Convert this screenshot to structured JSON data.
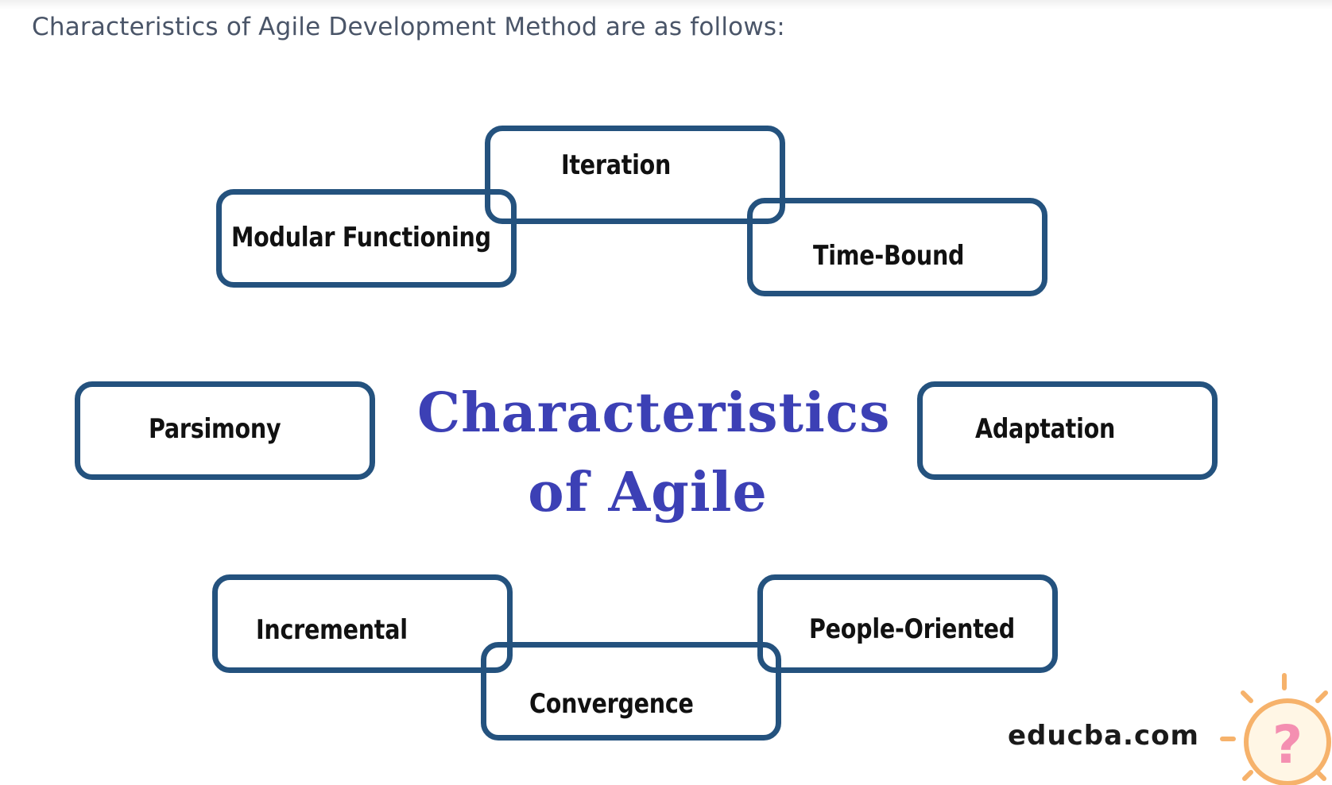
{
  "intro_text": "Characteristics of Agile Development Method are as follows:",
  "diagram": {
    "center_title_line1": "Characteristics",
    "center_title_line2": "of Agile",
    "items": {
      "iteration": "Iteration",
      "modular_functioning": "Modular Functioning",
      "time_bound": "Time-Bound",
      "parsimony": "Parsimony",
      "adaptation": "Adaptation",
      "incremental": "Incremental",
      "people_oriented": "People-Oriented",
      "convergence": "Convergence"
    },
    "watermark": "educba.com"
  },
  "help_widget": {
    "icon": "lightbulb-question-icon",
    "glyph": "?"
  },
  "colors": {
    "box_border": "#24527e",
    "title": "#3c40b5",
    "intro_text": "#4a5568",
    "bulb_outline": "#f6b26b",
    "bulb_fill": "#fff6e5",
    "question_mark": "#f48fb1"
  }
}
